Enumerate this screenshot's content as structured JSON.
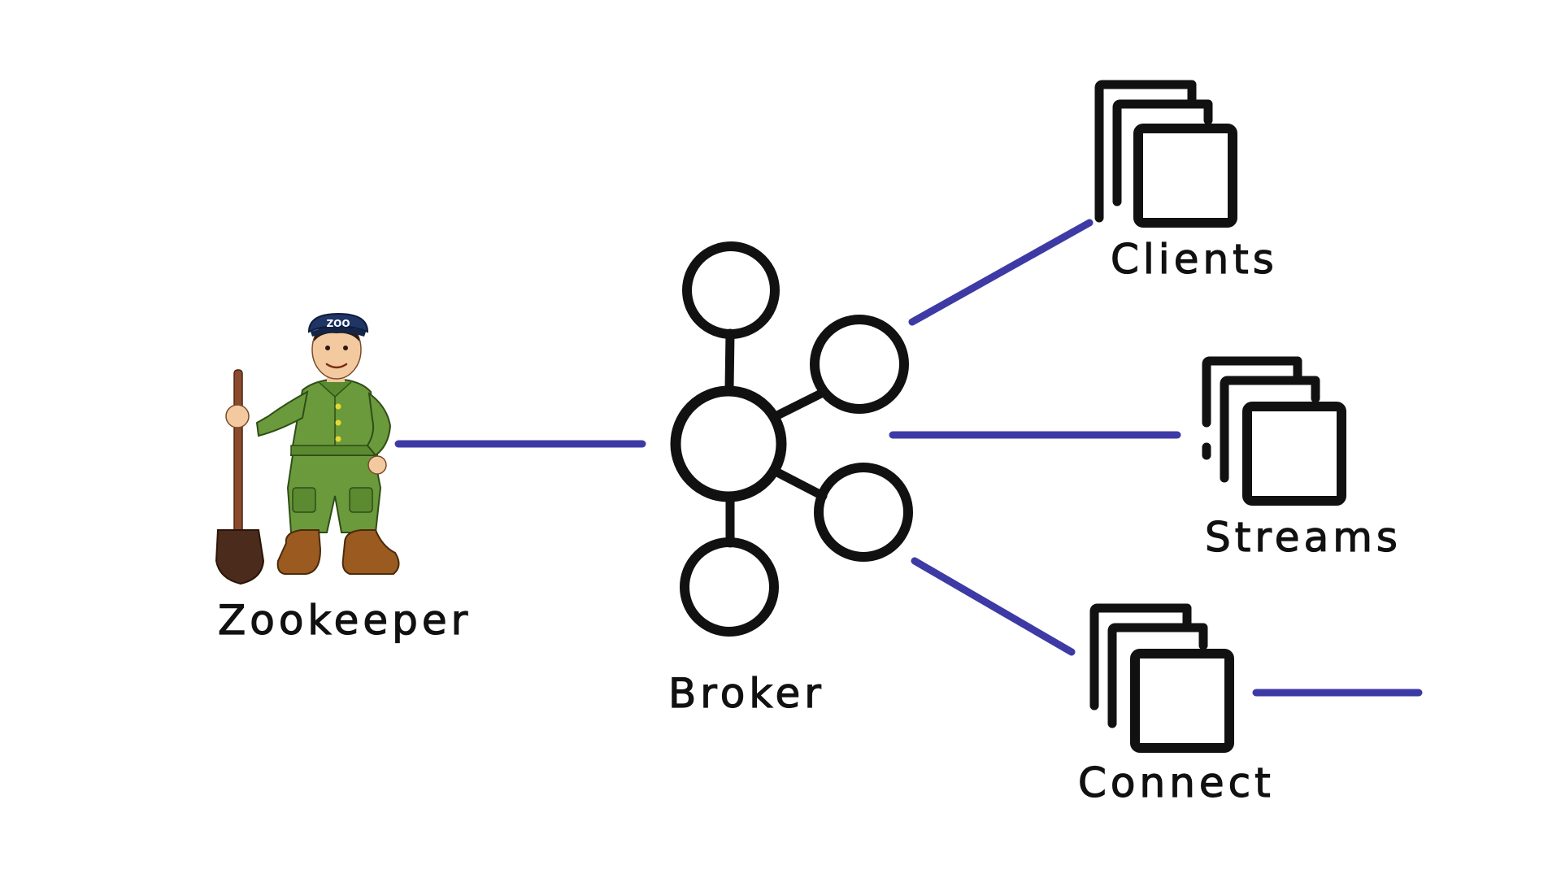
{
  "labels": {
    "zookeeper": "Zookeeper",
    "broker": "Broker",
    "clients": "Clients",
    "streams": "Streams",
    "connect": "Connect",
    "cap_text": "ZOO"
  },
  "colors": {
    "ink": "#111111",
    "connector": "#2e2a9e",
    "uniform": "#6a9a3c",
    "cap": "#1f3566",
    "shovel_handle": "#8b4a2b",
    "boots": "#9a5a20"
  },
  "icons": {
    "zookeeper": "zookeeper-character-icon",
    "broker": "broker-cluster-icon",
    "clients": "stacked-squares-icon",
    "streams": "stacked-squares-icon",
    "connect": "stacked-squares-icon"
  }
}
